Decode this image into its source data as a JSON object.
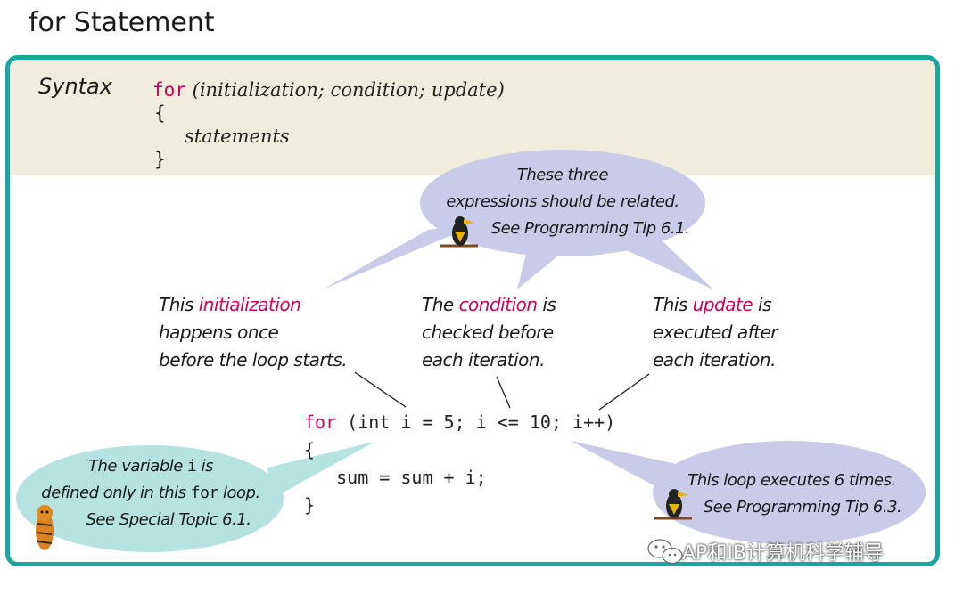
{
  "title": "for Statement",
  "syntax": {
    "label": "Syntax",
    "line1": {
      "kw": "for",
      "open": " (",
      "a": "initialization",
      "s1": "; ",
      "b": "condition",
      "s2": "; ",
      "c": "update",
      "close": ")"
    },
    "brace_open": "{",
    "body": "statements",
    "brace_close": "}"
  },
  "bubbles": {
    "top": {
      "line1": "These three",
      "line2": "expressions should be related.",
      "line3": "See Programming Tip 6.1."
    },
    "left": {
      "line1_pre": "The variable ",
      "line1_code": "i",
      "line1_post": " is",
      "line2_pre": "defined only in this ",
      "line2_code": "for",
      "line2_post": " loop.",
      "line3": "See Special Topic 6.1."
    },
    "right": {
      "line1": "This loop executes 6 times.",
      "line2": "See Programming Tip 6.3."
    }
  },
  "notes": {
    "init": {
      "pre": "This ",
      "hl": "initialization",
      "line2": "happens once",
      "line3": "before the loop starts."
    },
    "cond": {
      "pre": "The ",
      "hl": "condition",
      "post": " is",
      "line2": "checked before",
      "line3": "each iteration."
    },
    "update": {
      "pre": "This ",
      "hl": "update",
      "post": " is",
      "line2": "executed after",
      "line3": "each iteration."
    }
  },
  "code": {
    "kw": "for",
    "rest": " (int i = 5; i <= 10; i++)",
    "open": "{",
    "body": "   sum = sum + i;",
    "close": "}"
  },
  "watermark": "AP和IB计算机科学辅导",
  "colors": {
    "frame": "#1aa7a0",
    "syntax_band": "#f1eddc",
    "keyword": "#d0005c",
    "bubble_blue": "#c9cbe8",
    "bubble_teal": "#b6e2e0"
  },
  "icons": [
    "bird-icon",
    "tiger-icon",
    "wechat-icon"
  ]
}
